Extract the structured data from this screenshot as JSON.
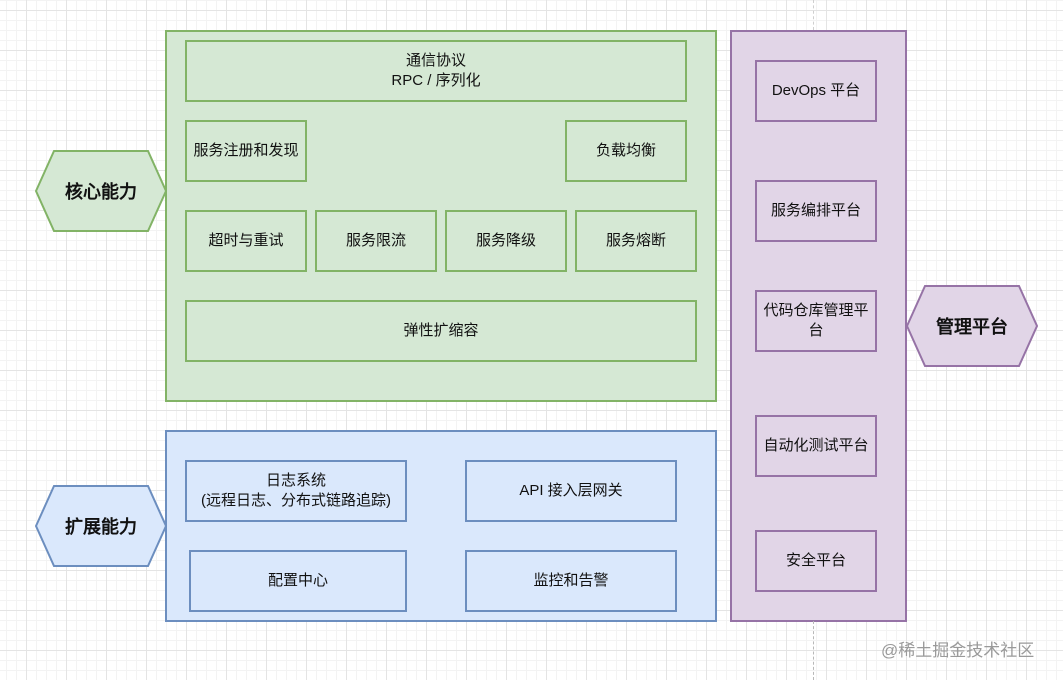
{
  "colors": {
    "green_fill": "#d5e8d4",
    "green_stroke": "#82b366",
    "blue_fill": "#dae8fc",
    "blue_stroke": "#6c8ebf",
    "purple_fill": "#e1d5e7",
    "purple_stroke": "#9673a6"
  },
  "core": {
    "label": "核心能力",
    "items": {
      "protocol": "通信协议\nRPC /  序列化",
      "registry": "服务注册和发现",
      "load_balance": "负载均衡",
      "timeout_retry": "超时与重试",
      "rate_limit": "服务限流",
      "degrade": "服务降级",
      "circuit_break": "服务熔断",
      "autoscale": "弹性扩缩容"
    }
  },
  "extension": {
    "label": "扩展能力",
    "items": {
      "logging": "日志系统\n(远程日志、分布式链路追踪)",
      "gateway": "API 接入层网关",
      "config": "配置中心",
      "monitor": "监控和告警"
    }
  },
  "management": {
    "label": "管理平台",
    "items": [
      "DevOps 平台",
      "服务编排平台",
      "代码仓库管理平\n台",
      "自动化测试平台",
      "安全平台"
    ]
  },
  "watermark": "@稀土掘金技术社区"
}
